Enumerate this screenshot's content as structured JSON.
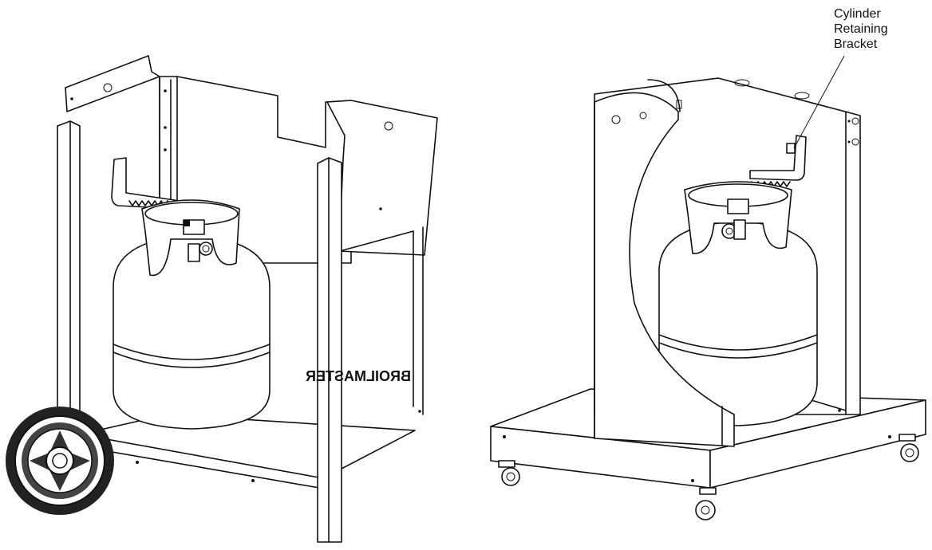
{
  "callout": {
    "lines": [
      "Cylinder",
      "Retaining",
      "Bracket"
    ]
  },
  "left_figure": {
    "panel_text": "BROILMASTER"
  },
  "icons": {
    "cart": "grill-cart",
    "cylinder": "propane-cylinder",
    "wheel": "cart-wheel",
    "caster": "caster-wheel"
  }
}
